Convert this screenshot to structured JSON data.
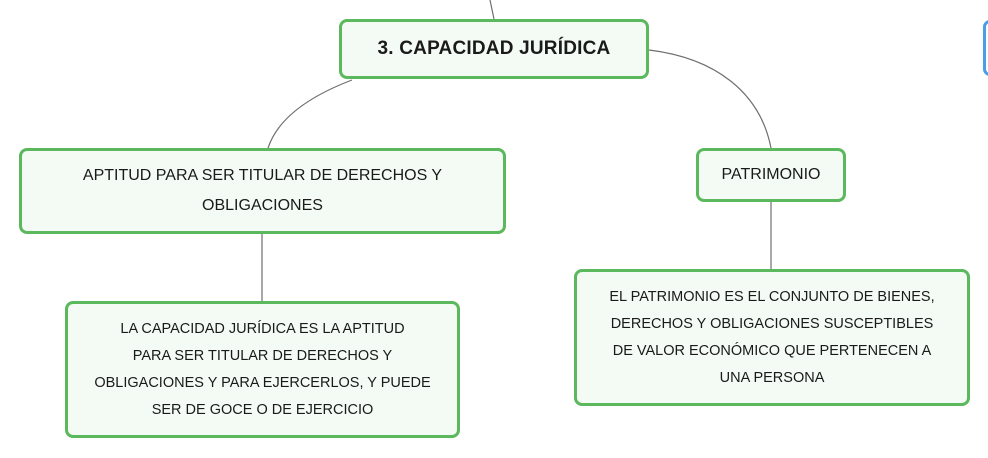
{
  "mindmap": {
    "root": {
      "label": "3. CAPACIDAD JURÍDICA"
    },
    "branches": [
      {
        "label": "APTITUD PARA SER TITULAR DE DERECHOS Y\nOBLIGACIONES",
        "child": {
          "label": "LA CAPACIDAD JURÍDICA ES LA APTITUD\nPARA SER TITULAR DE DERECHOS Y\nOBLIGACIONES Y PARA EJERCERLOS, Y PUEDE\nSER DE GOCE O DE EJERCICIO"
        }
      },
      {
        "label": "PATRIMONIO",
        "child": {
          "label": "EL PATRIMONIO ES EL CONJUNTO DE BIENES,\nDERECHOS Y OBLIGACIONES SUSCEPTIBLES\nDE VALOR ECONÓMICO QUE PERTENECEN A\nUNA PERSONA"
        }
      }
    ],
    "colors": {
      "node_border": "#5cb85c",
      "node_fill": "#f3fbf4",
      "connector": "#6f6f6f",
      "neighbor_node_border": "#4a9ee6"
    }
  }
}
